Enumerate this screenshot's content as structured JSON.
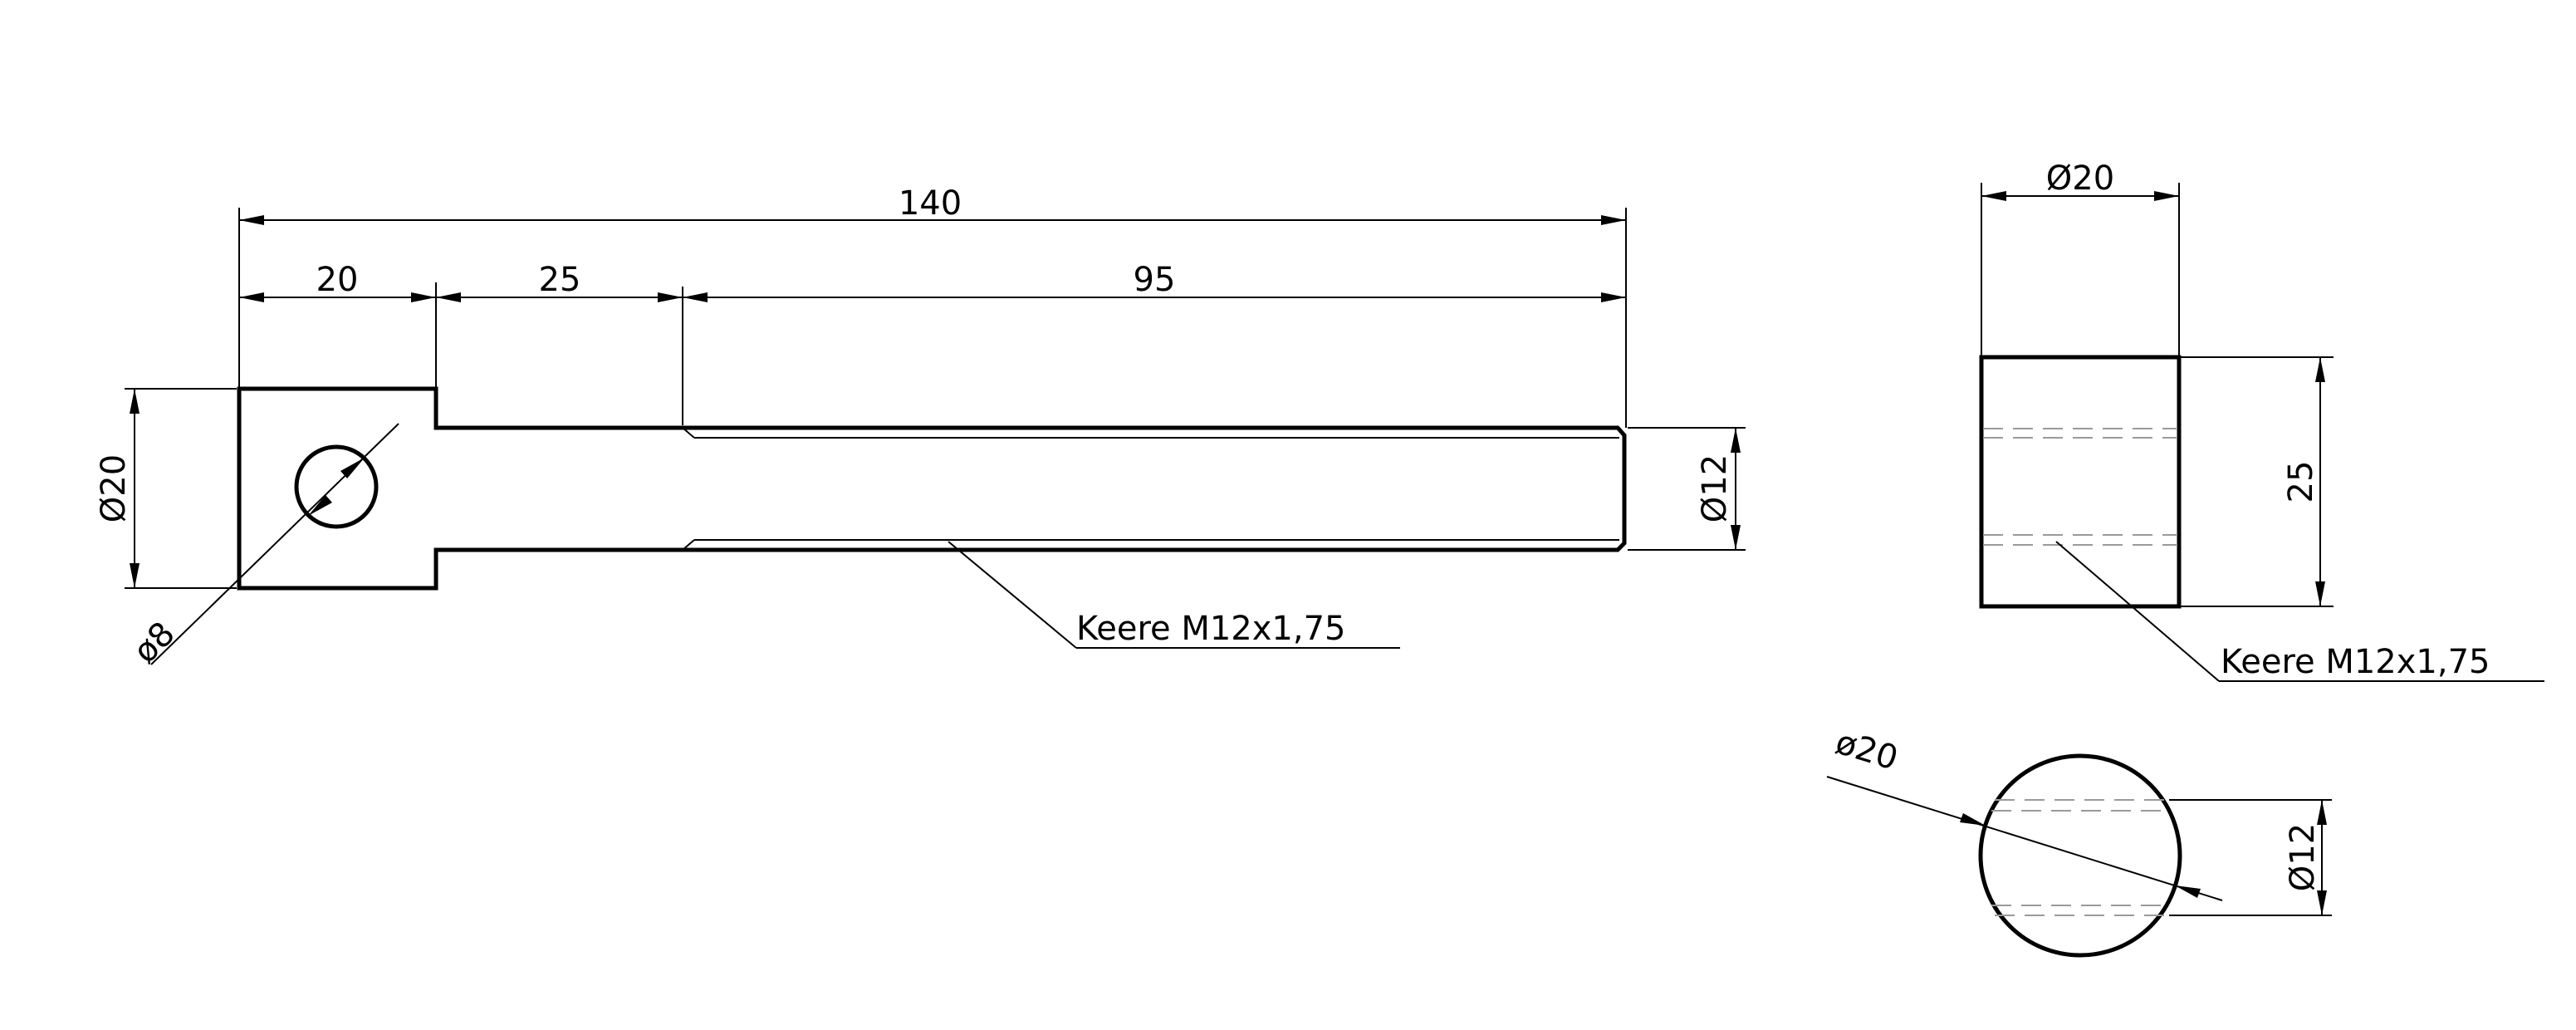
{
  "drawing": {
    "background": "#ffffff",
    "line_color": "#000000",
    "hidden_line_color": "#9a9a9a"
  },
  "dimensions": {
    "overall_length": "140",
    "head_length": "20",
    "neck_length": "25",
    "thread_length": "95",
    "head_diameter": "Ø20",
    "hole_diameter": "ø8",
    "thread_diameter": "Ø12",
    "side_diameter": "Ø20",
    "side_height": "25",
    "end_diameter": "ø20",
    "end_thread_diameter": "Ø12"
  },
  "annotations": {
    "thread_note_front": "Keere M12x1,75",
    "thread_note_side": "Keere M12x1,75"
  }
}
